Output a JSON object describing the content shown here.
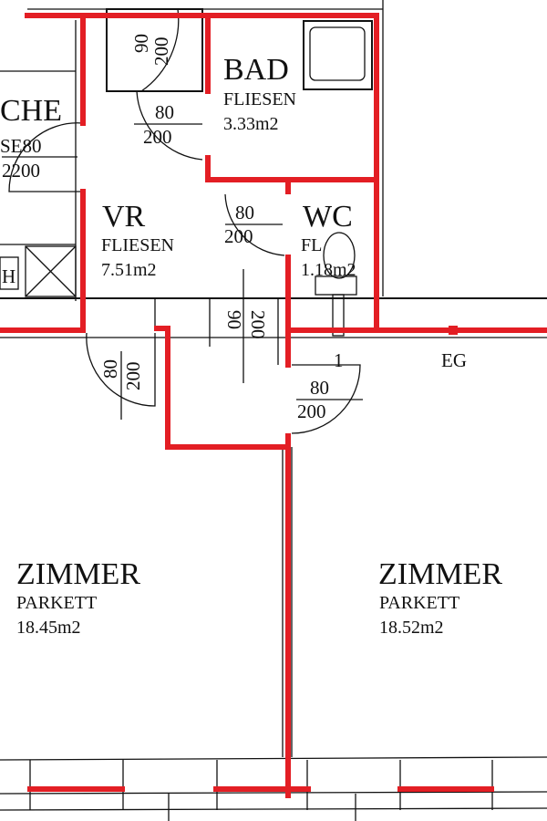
{
  "plan": {
    "colors": {
      "wall_highlight": "#e31e24",
      "line": "#111111"
    },
    "rooms": {
      "kueche": {
        "name": "CHE",
        "door_w": "SE80",
        "door_h": "2200"
      },
      "bad": {
        "name": "BAD",
        "floor": "FLIESEN",
        "area": "3.33m2"
      },
      "vr": {
        "name": "VR",
        "floor": "FLIESEN",
        "area": "7.51m2"
      },
      "wc": {
        "name": "WC",
        "floor": "FL",
        "area": "1.18m2"
      },
      "zimmer_left": {
        "name": "ZIMMER",
        "floor": "PARKETT",
        "area": "18.45m2"
      },
      "zimmer_right": {
        "name": "ZIMMER",
        "floor": "PARKETT",
        "area": "18.52m2"
      }
    },
    "doors": {
      "entry": {
        "w": "90",
        "h": "200"
      },
      "bad": {
        "w": "80",
        "h": "200"
      },
      "wc": {
        "w": "80",
        "h": "200"
      },
      "closet": {
        "w": "90",
        "h": "200"
      },
      "zimmer_left": {
        "w": "80",
        "h": "200"
      },
      "zimmer_right": {
        "w": "80",
        "h": "200"
      }
    },
    "labels": {
      "heater": "H",
      "stair_number": "1",
      "floor_level": "EG"
    }
  }
}
